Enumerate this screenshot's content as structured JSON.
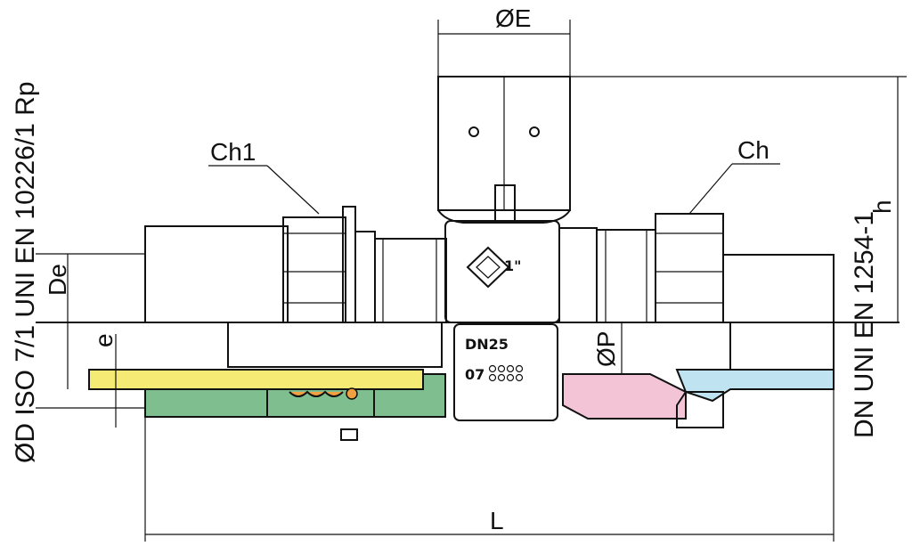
{
  "labels": {
    "dia_e": "ØE",
    "ch1": "Ch1",
    "ch": "Ch",
    "de": "De",
    "e": "e",
    "dia_p": "ØP",
    "length": "L",
    "h": "h",
    "left_vertical": "ØD ISO 7/1 UNI EN 10226/1 Rp",
    "right_vertical": "DN UNI EN 1254-1"
  },
  "body_marks": {
    "size": "1\"",
    "dn": "DN25",
    "code": "07"
  },
  "colors": {
    "yellow_pipe": "#f4ea74",
    "green_fitting": "#7fbf8f",
    "orange_ring": "#f0a040",
    "pink_nut": "#f2c4d6",
    "blue_seal": "#bfe3f0",
    "line": "#111111"
  }
}
